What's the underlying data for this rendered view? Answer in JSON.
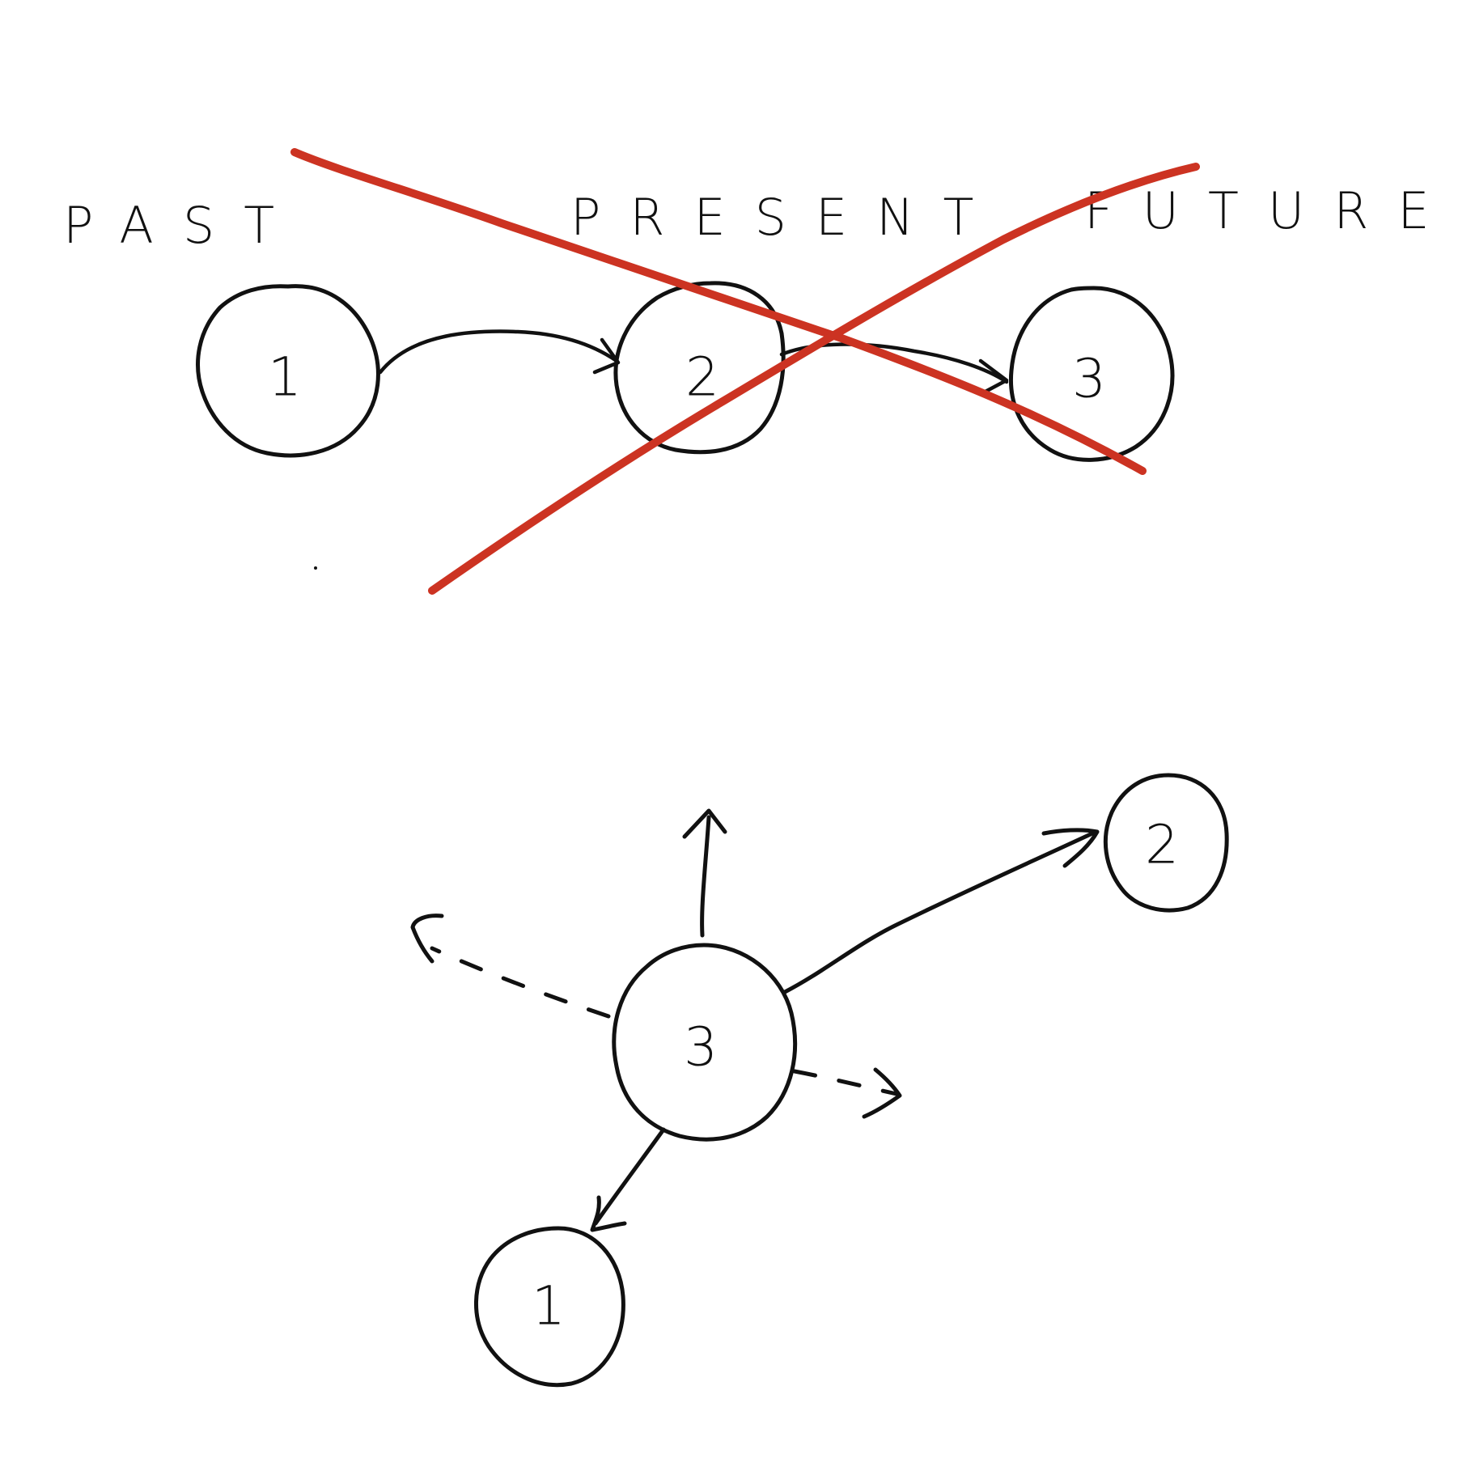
{
  "timeline": {
    "labels": {
      "past": "PAST",
      "present": "PRESENT",
      "future": "FUTURE"
    },
    "nodes": [
      "1",
      "2",
      "3"
    ],
    "crossed_out": true,
    "cross_color": "#cc3322"
  },
  "graph": {
    "center_node": "3",
    "node_top_right": "2",
    "node_bottom": "1"
  },
  "ink_color": "#111111"
}
